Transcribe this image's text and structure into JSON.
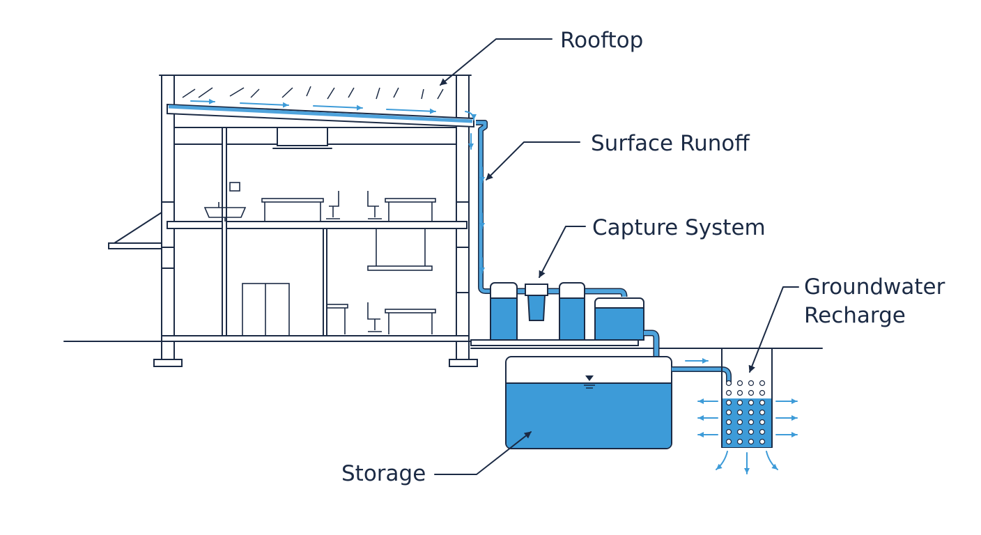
{
  "labels": {
    "rooftop": "Rooftop",
    "surface_runoff": "Surface Runoff",
    "capture_system": "Capture System",
    "groundwater_line1": "Groundwater",
    "groundwater_line2": "Recharge",
    "storage": "Storage"
  },
  "colors": {
    "line": "#1b2a44",
    "water": "#3d9bd8",
    "pipe": "#4ea3dc",
    "flow_arrow": "#3d9bd8",
    "background": "#ffffff"
  }
}
